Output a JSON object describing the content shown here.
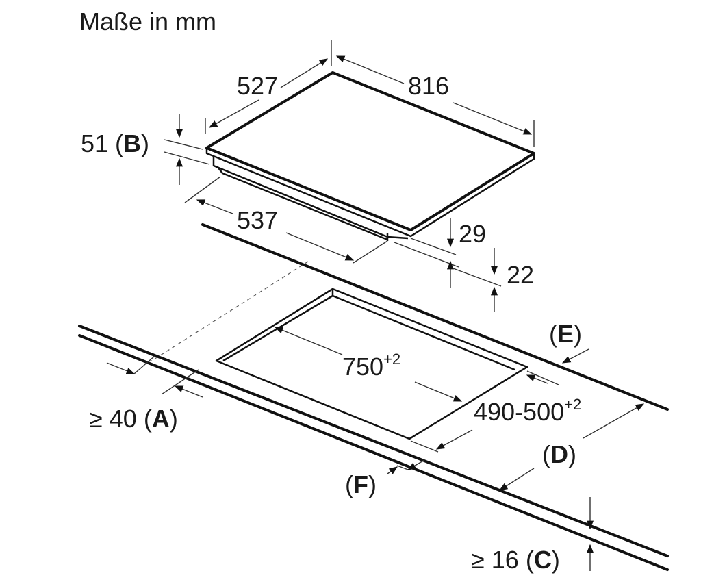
{
  "header": {
    "units_title": "Maße in mm"
  },
  "dimensions": {
    "depth_top": "527",
    "width_top": "816",
    "height_b_value": "51",
    "height_b_letter": "B",
    "depth_bottom": "537",
    "dim_29": "29",
    "dim_22": "22",
    "cutout_width_base": "750",
    "cutout_width_tol": "+2",
    "cutout_depth_base": "490-500",
    "cutout_depth_tol": "+2",
    "min_40_value": "≥ 40",
    "min_40_letter": "A",
    "min_16_value": "≥ 16",
    "min_16_letter": "C",
    "letter_d": "D",
    "letter_e": "E",
    "letter_f": "F"
  },
  "colors": {
    "ink": "#111111",
    "background": "#ffffff"
  }
}
